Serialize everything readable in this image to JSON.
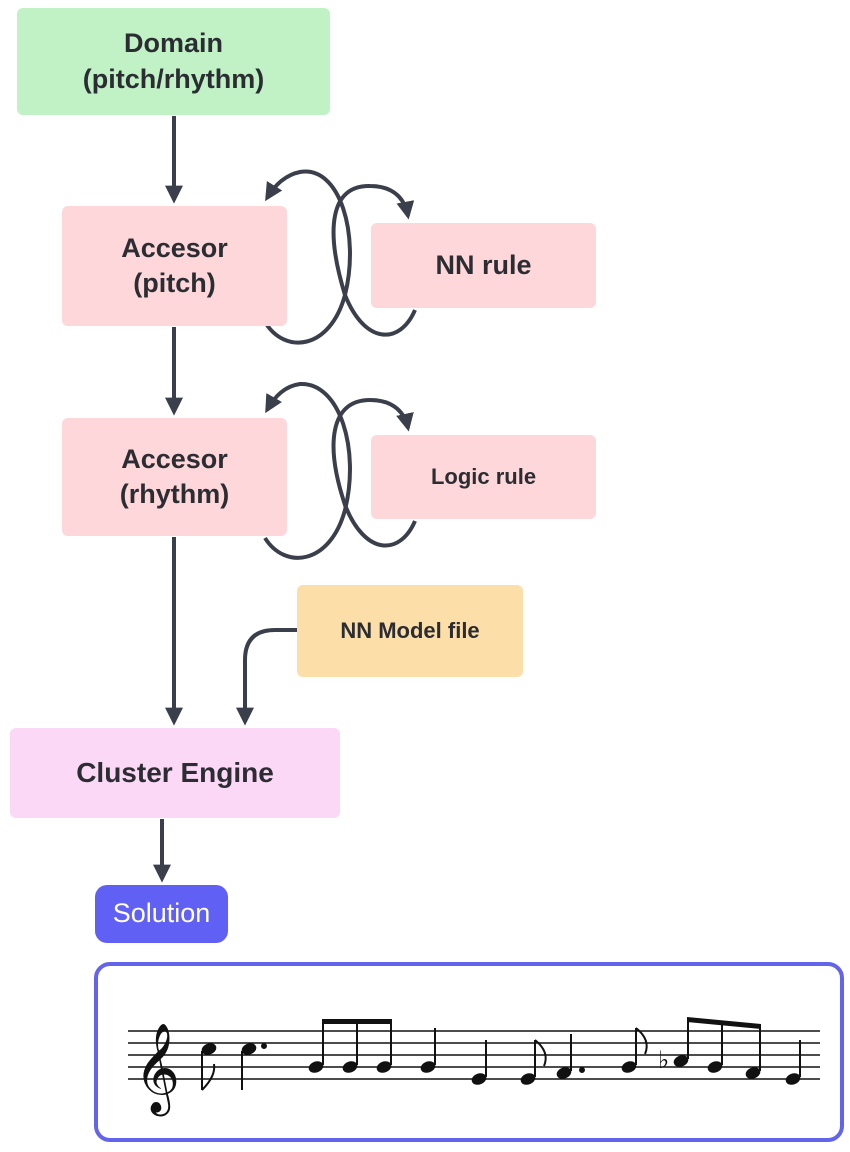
{
  "nodes": {
    "domain": "Domain\n(pitch/rhythm)",
    "accessor_pitch": "Accesor\n(pitch)",
    "nn_rule": "NN rule",
    "accessor_rhythm": "Accesor\n(rhythm)",
    "logic_rule": "Logic rule",
    "nn_model_file": "NN Model file",
    "cluster_engine": "Cluster Engine",
    "solution": "Solution"
  },
  "colors": {
    "domain": "#c0f2c6",
    "accessor": "#fdd7d9",
    "model_file": "#fcdea8",
    "cluster_engine": "#fcd8f7",
    "solution": "#6060f4",
    "score_border": "#6464ea",
    "arrow": "#3a3f4b"
  },
  "icons": {
    "clef": "treble-clef-icon",
    "flat": "flat-sign-icon"
  }
}
